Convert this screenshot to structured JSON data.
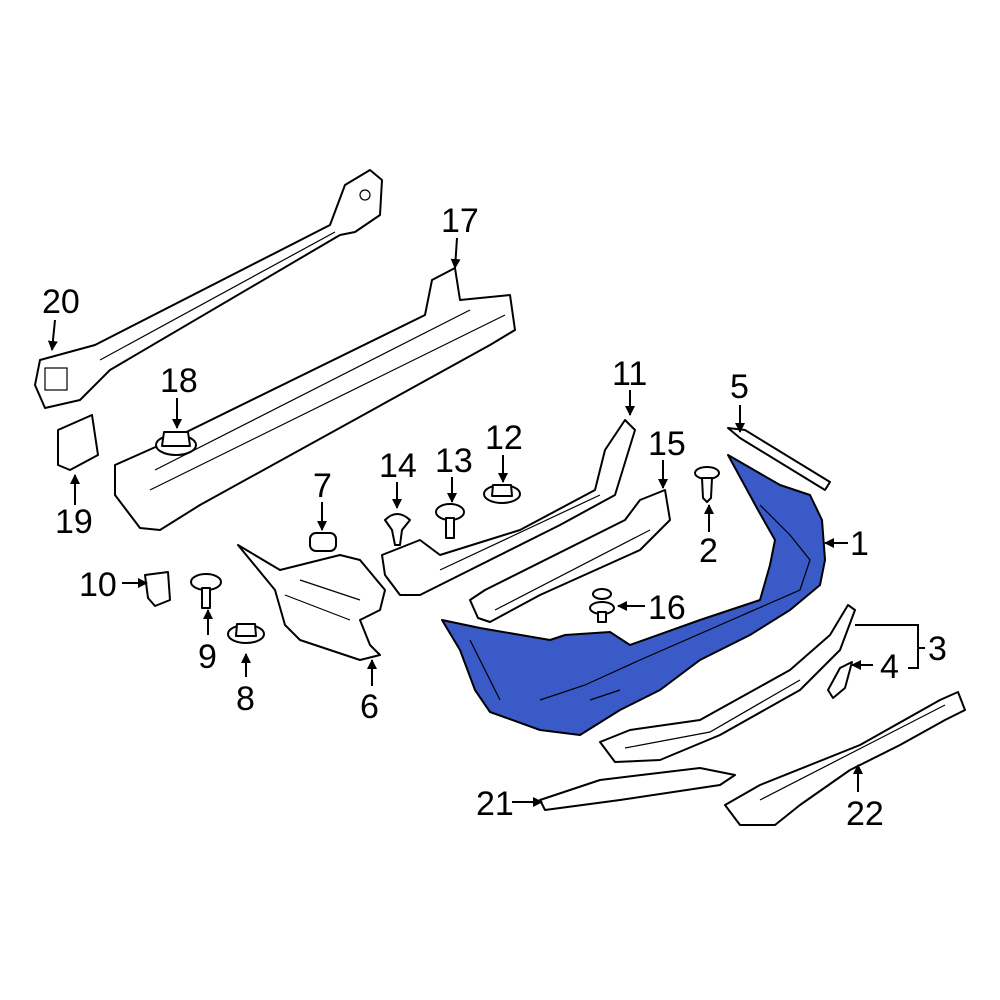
{
  "diagram": {
    "highlight_color": "#3a5bc7",
    "highlighted_part": "1",
    "callouts": [
      "1",
      "2",
      "3",
      "4",
      "5",
      "6",
      "7",
      "8",
      "9",
      "10",
      "11",
      "12",
      "13",
      "14",
      "15",
      "16",
      "17",
      "18",
      "19",
      "20",
      "21",
      "22"
    ]
  }
}
